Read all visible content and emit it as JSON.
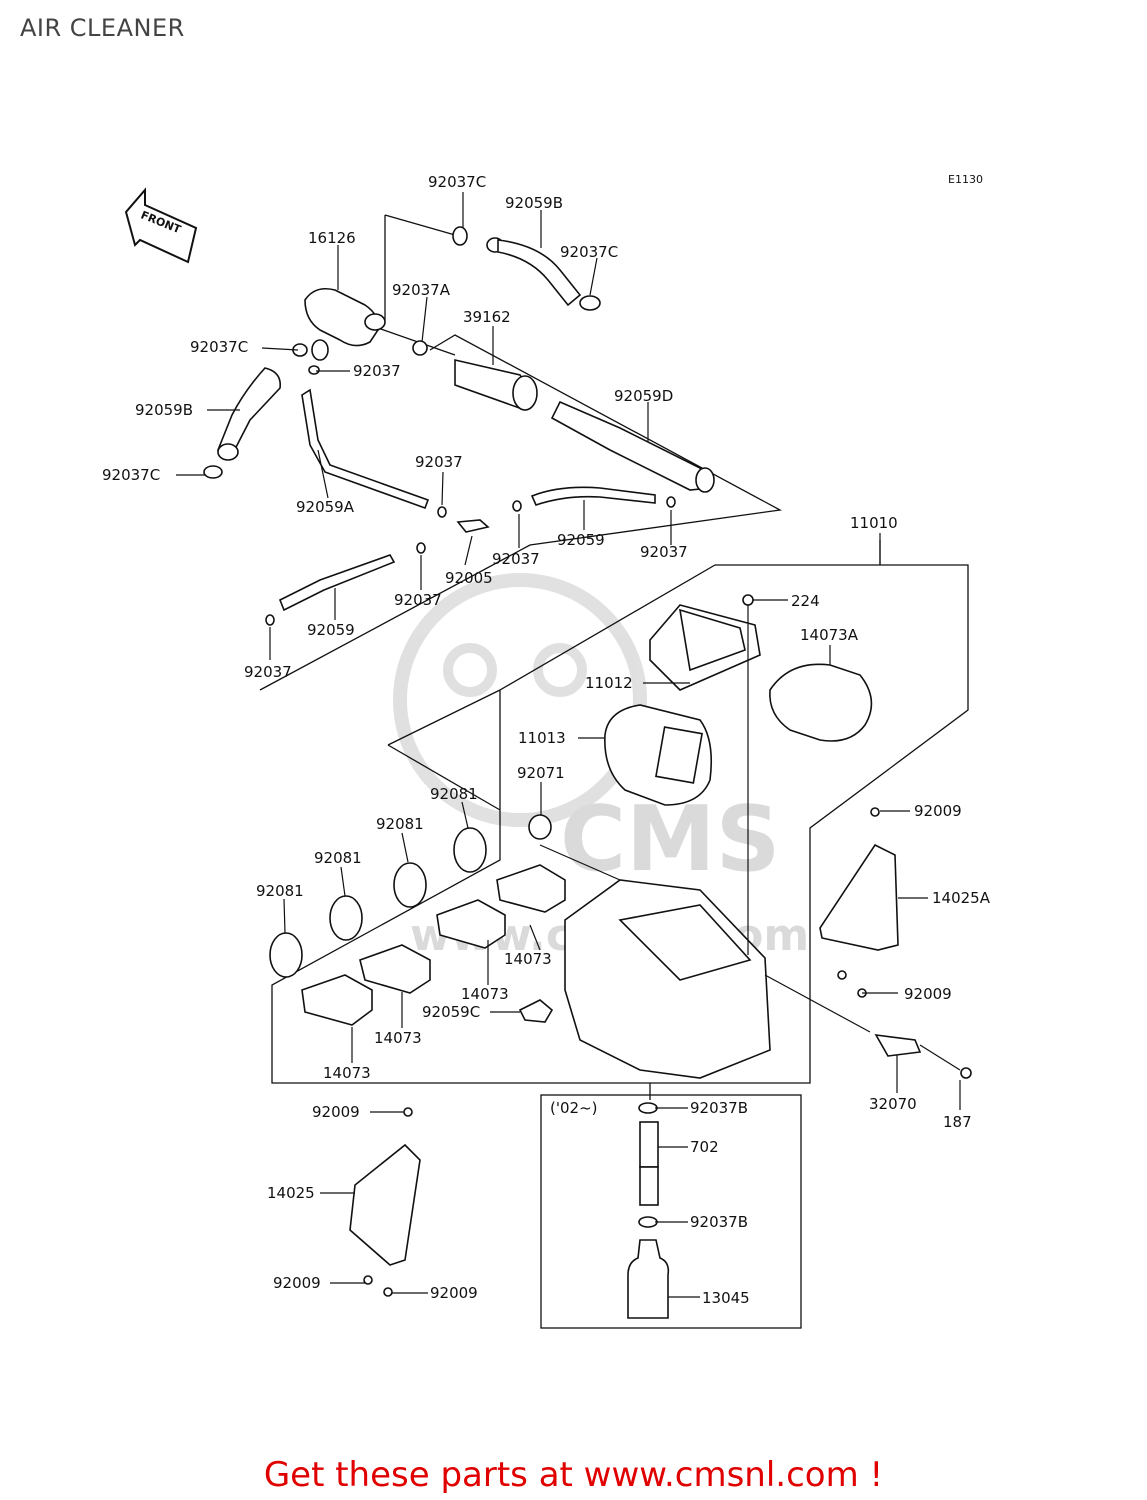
{
  "header": {
    "title": "AIR CLEANER"
  },
  "diagram_code": "E1130",
  "front_label": "FRONT",
  "watermark": {
    "logo": "CMS",
    "url": "www.cmsnl.com"
  },
  "box_note": "('02~)",
  "labels": {
    "l_92037C_top": "92037C",
    "l_92059B_top": "92059B",
    "l_92037C_right": "92037C",
    "l_16126": "16126",
    "l_92037A": "92037A",
    "l_39162": "39162",
    "l_92037C_left": "92037C",
    "l_92037_a": "92037",
    "l_92059B_left": "92059B",
    "l_92059D": "92059D",
    "l_92037C_bottom": "92037C",
    "l_92037_b": "92037",
    "l_92059A": "92059A",
    "l_92037_c": "92037",
    "l_92059_a": "92059",
    "l_92037_d": "92037",
    "l_92005": "92005",
    "l_92037_e": "92037",
    "l_92059_b": "92059",
    "l_92037_f": "92037",
    "l_11010": "11010",
    "l_224": "224",
    "l_14073A": "14073A",
    "l_11012": "11012",
    "l_11013": "11013",
    "l_92071": "92071",
    "l_92081_a": "92081",
    "l_92081_b": "92081",
    "l_92081_c": "92081",
    "l_92081_d": "92081",
    "l_92009_a": "92009",
    "l_14025A": "14025A",
    "l_14073_a": "14073",
    "l_14073_b": "14073",
    "l_14073_c": "14073",
    "l_14073_d": "14073",
    "l_92059C": "92059C",
    "l_92009_b": "92009",
    "l_32070": "32070",
    "l_187": "187",
    "l_92009_c": "92009",
    "l_92037B_a": "92037B",
    "l_702": "702",
    "l_14025": "14025",
    "l_92037B_b": "92037B",
    "l_13045": "13045",
    "l_92009_d": "92009",
    "l_92009_e": "92009"
  },
  "footer": {
    "text": "Get these parts at www.cmsnl.com !"
  }
}
